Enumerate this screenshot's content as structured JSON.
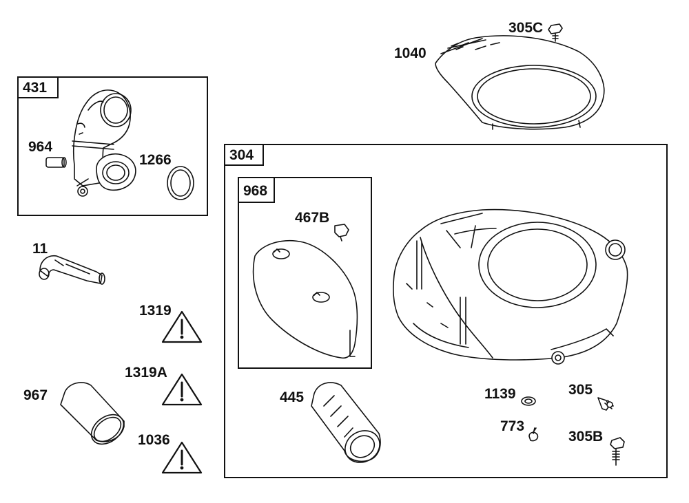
{
  "boxes": {
    "b431": "431",
    "b304": "304",
    "b968": "968"
  },
  "parts": {
    "p305C": "305C",
    "p1040": "1040",
    "p964": "964",
    "p1266": "1266",
    "p11": "11",
    "p467B": "467B",
    "p1319": "1319",
    "p1319A": "1319A",
    "p967": "967",
    "p1036": "1036",
    "p445": "445",
    "p1139": "1139",
    "p305": "305",
    "p773": "773",
    "p305B": "305B"
  },
  "colors": {
    "line": "#111111",
    "background": "#ffffff"
  }
}
